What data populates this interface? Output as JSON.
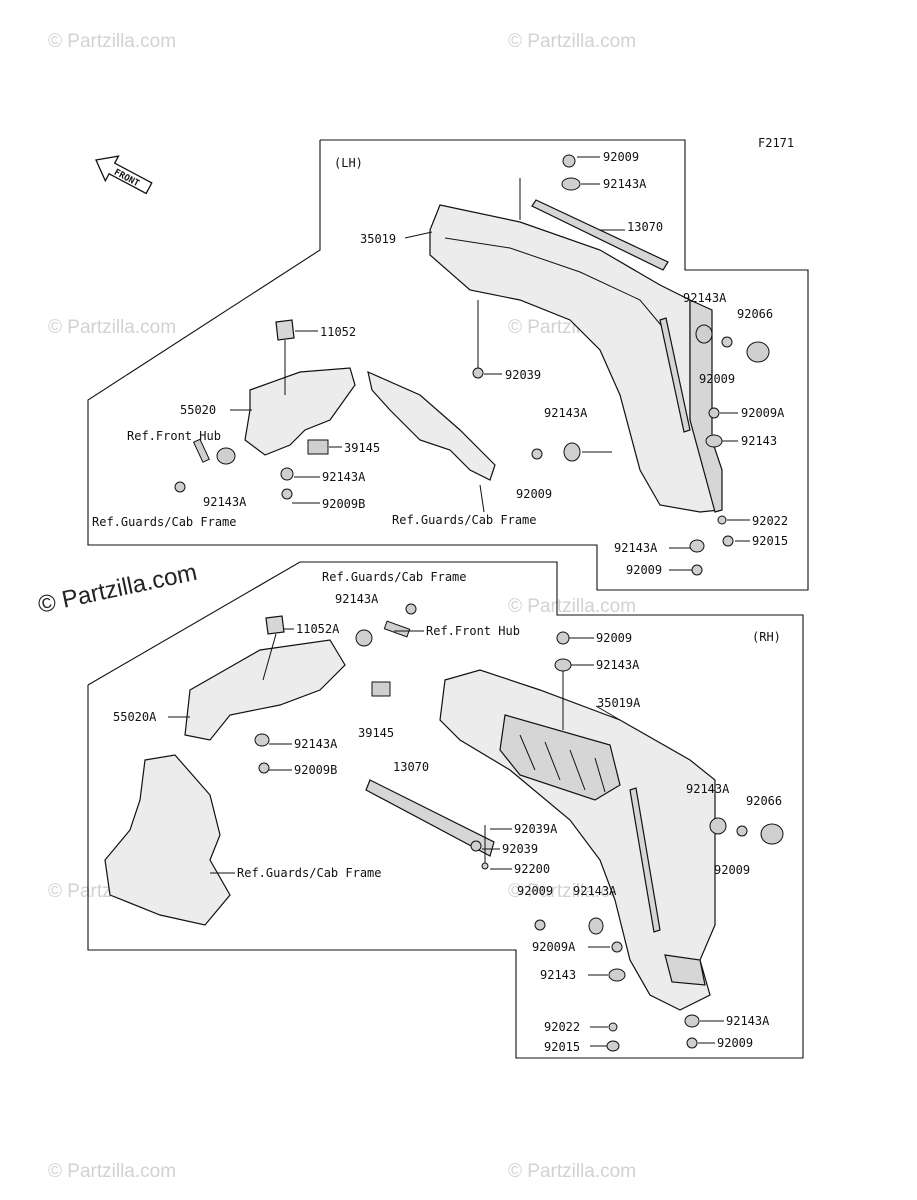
{
  "figure_code": "F2171",
  "sections": {
    "lh": "(LH)",
    "rh": "(RH)"
  },
  "front_arrow": "FRONT",
  "watermarks": {
    "text": "© Partzilla.com",
    "main": "© Partzilla.com"
  },
  "callouts_lh": {
    "p92009_top": "92009",
    "p92143A_top": "92143A",
    "p13070": "13070",
    "p35019": "35019",
    "p92143A_r": "92143A",
    "p92066": "92066",
    "p92009_r": "92009",
    "p11052": "11052",
    "p92039": "92039",
    "p55020": "55020",
    "ref_front_hub": "Ref.Front Hub",
    "p39145": "39145",
    "p92143A_mid": "92143A",
    "p92009A": "92009A",
    "p92143": "92143",
    "p92143A_c": "92143A",
    "p92009_c": "92009",
    "p92143A_hub": "92143A",
    "p92009B": "92009B",
    "ref_guards_l": "Ref.Guards/Cab Frame",
    "ref_guards_r": "Ref.Guards/Cab Frame",
    "p92022": "92022",
    "p92143A_low": "92143A",
    "p92015": "92015",
    "p92009_low": "92009"
  },
  "callouts_rh": {
    "ref_guards_top": "Ref.Guards/Cab Frame",
    "p92143A_top": "92143A",
    "p11052A": "11052A",
    "ref_front_hub": "Ref.Front Hub",
    "p92009_top": "92009",
    "p92143A_2": "92143A",
    "p35019A": "35019A",
    "p55020A": "55020A",
    "p92143A_l": "92143A",
    "p39145": "39145",
    "p92009B": "92009B",
    "p13070": "13070",
    "p92039": "92039",
    "p92143A_r": "92143A",
    "p92066": "92066",
    "p92039A": "92039A",
    "p92009_r": "92009",
    "ref_guards_mid": "Ref.Guards/Cab Frame",
    "p92200": "92200",
    "p92009_c": "92009",
    "p92143A_c": "92143A",
    "p92009A": "92009A",
    "p92143": "92143",
    "p92022": "92022",
    "p92143A_low": "92143A",
    "p92015": "92015",
    "p92009_low": "92009"
  }
}
